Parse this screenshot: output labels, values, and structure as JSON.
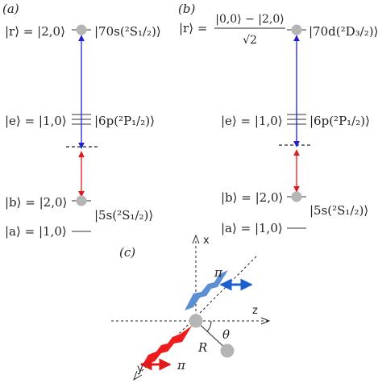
{
  "colors": {
    "rydberg_arrow": "#1f1fd6",
    "lower_arrow": "#e01b1b",
    "atom": "#b5b5b5",
    "beam_red": "#ee1c1c",
    "beam_blue": "#5b8fd4",
    "polarization_red": "#e01b1b",
    "polarization_blue": "#1e5fd0"
  },
  "panel_a": {
    "label": "(a)",
    "r_label": "|r⟩ = |2,0⟩",
    "r_state": "|70s(²S₁/₂)⟩",
    "e_label": "|e⟩ = |1,0⟩",
    "e_state": "|6p(²P₁/₂)⟩",
    "b_label": "|b⟩ = |2,0⟩",
    "b_state": "|5s(²S₁/₂)⟩",
    "a_label": "|a⟩ = |1,0⟩"
  },
  "panel_b": {
    "label": "(b)",
    "r_prefix": "|r⟩ =",
    "r_numerator": "|0,0⟩ − |2,0⟩",
    "r_denominator": "√2",
    "r_state": "|70d(²D₃/₂)⟩",
    "e_label": "|e⟩ = |1,0⟩",
    "e_state": "|6p(²P₁/₂)⟩",
    "b_label": "|b⟩ = |2,0⟩",
    "b_state": "|5s(²S₁/₂)⟩",
    "a_label": "|a⟩ = |1,0⟩"
  },
  "panel_c": {
    "label": "(c)",
    "axis_x": "x",
    "axis_y": "y",
    "axis_z": "z",
    "pi_top": "π",
    "pi_bottom": "π",
    "distance": "R",
    "angle": "θ"
  }
}
